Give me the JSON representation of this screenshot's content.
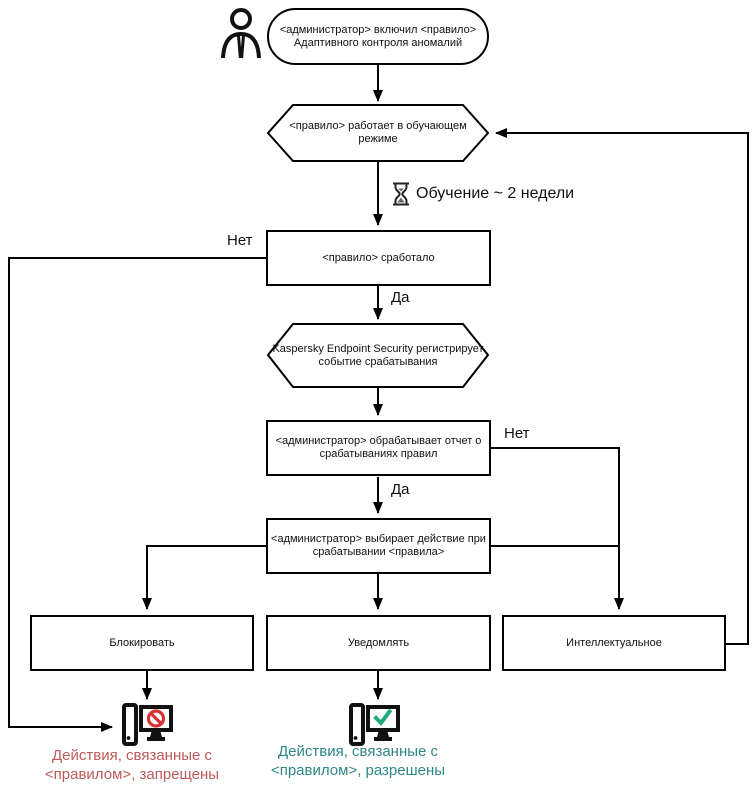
{
  "nodes": {
    "start": {
      "text": "<администратор> включил <правило>\nАдаптивного контроля аномалий"
    },
    "training_mode": {
      "text": "<правило> работает в обучающем\nрежиме"
    },
    "rule_triggered": {
      "text": "<правило> сработало"
    },
    "kes_registers": {
      "text": "Kaspersky Endpoint Security регистрирует\nсобытие срабатывания"
    },
    "admin_report": {
      "text": "<администратор> обрабатывает отчет о\nсрабатываниях правил"
    },
    "admin_choice": {
      "text": "<администратор> выбирает действие при\nсрабатывании <правила>"
    },
    "action_block": {
      "text": "Блокировать"
    },
    "action_notify": {
      "text": "Уведомлять"
    },
    "action_smart": {
      "text": "Интеллектуальное"
    }
  },
  "edge_labels": {
    "no_left": "Нет",
    "yes_top": "Да",
    "no_right": "Нет",
    "yes_bottom": "Да",
    "training": "Обучение ~ 2 недели"
  },
  "outcomes": {
    "denied": {
      "text": "Действия, связанные с\n<правилом>, запрещены",
      "color": "#c05959"
    },
    "allowed": {
      "text": "Действия, связанные с\n<правилом>, разрешены",
      "color": "#2e8786"
    }
  },
  "icons": {
    "person": "person-icon",
    "hourglass": "hourglass-icon",
    "computer_denied": "computer-blocked-icon",
    "computer_allowed": "computer-allowed-icon"
  },
  "colors": {
    "line": "#000000",
    "shape_border": "#000000",
    "shape_fill": "#ffffff",
    "prohibit_red": "#d63232",
    "check_green": "#23a980",
    "denied_text": "#c05959",
    "allowed_text": "#2e8786"
  }
}
